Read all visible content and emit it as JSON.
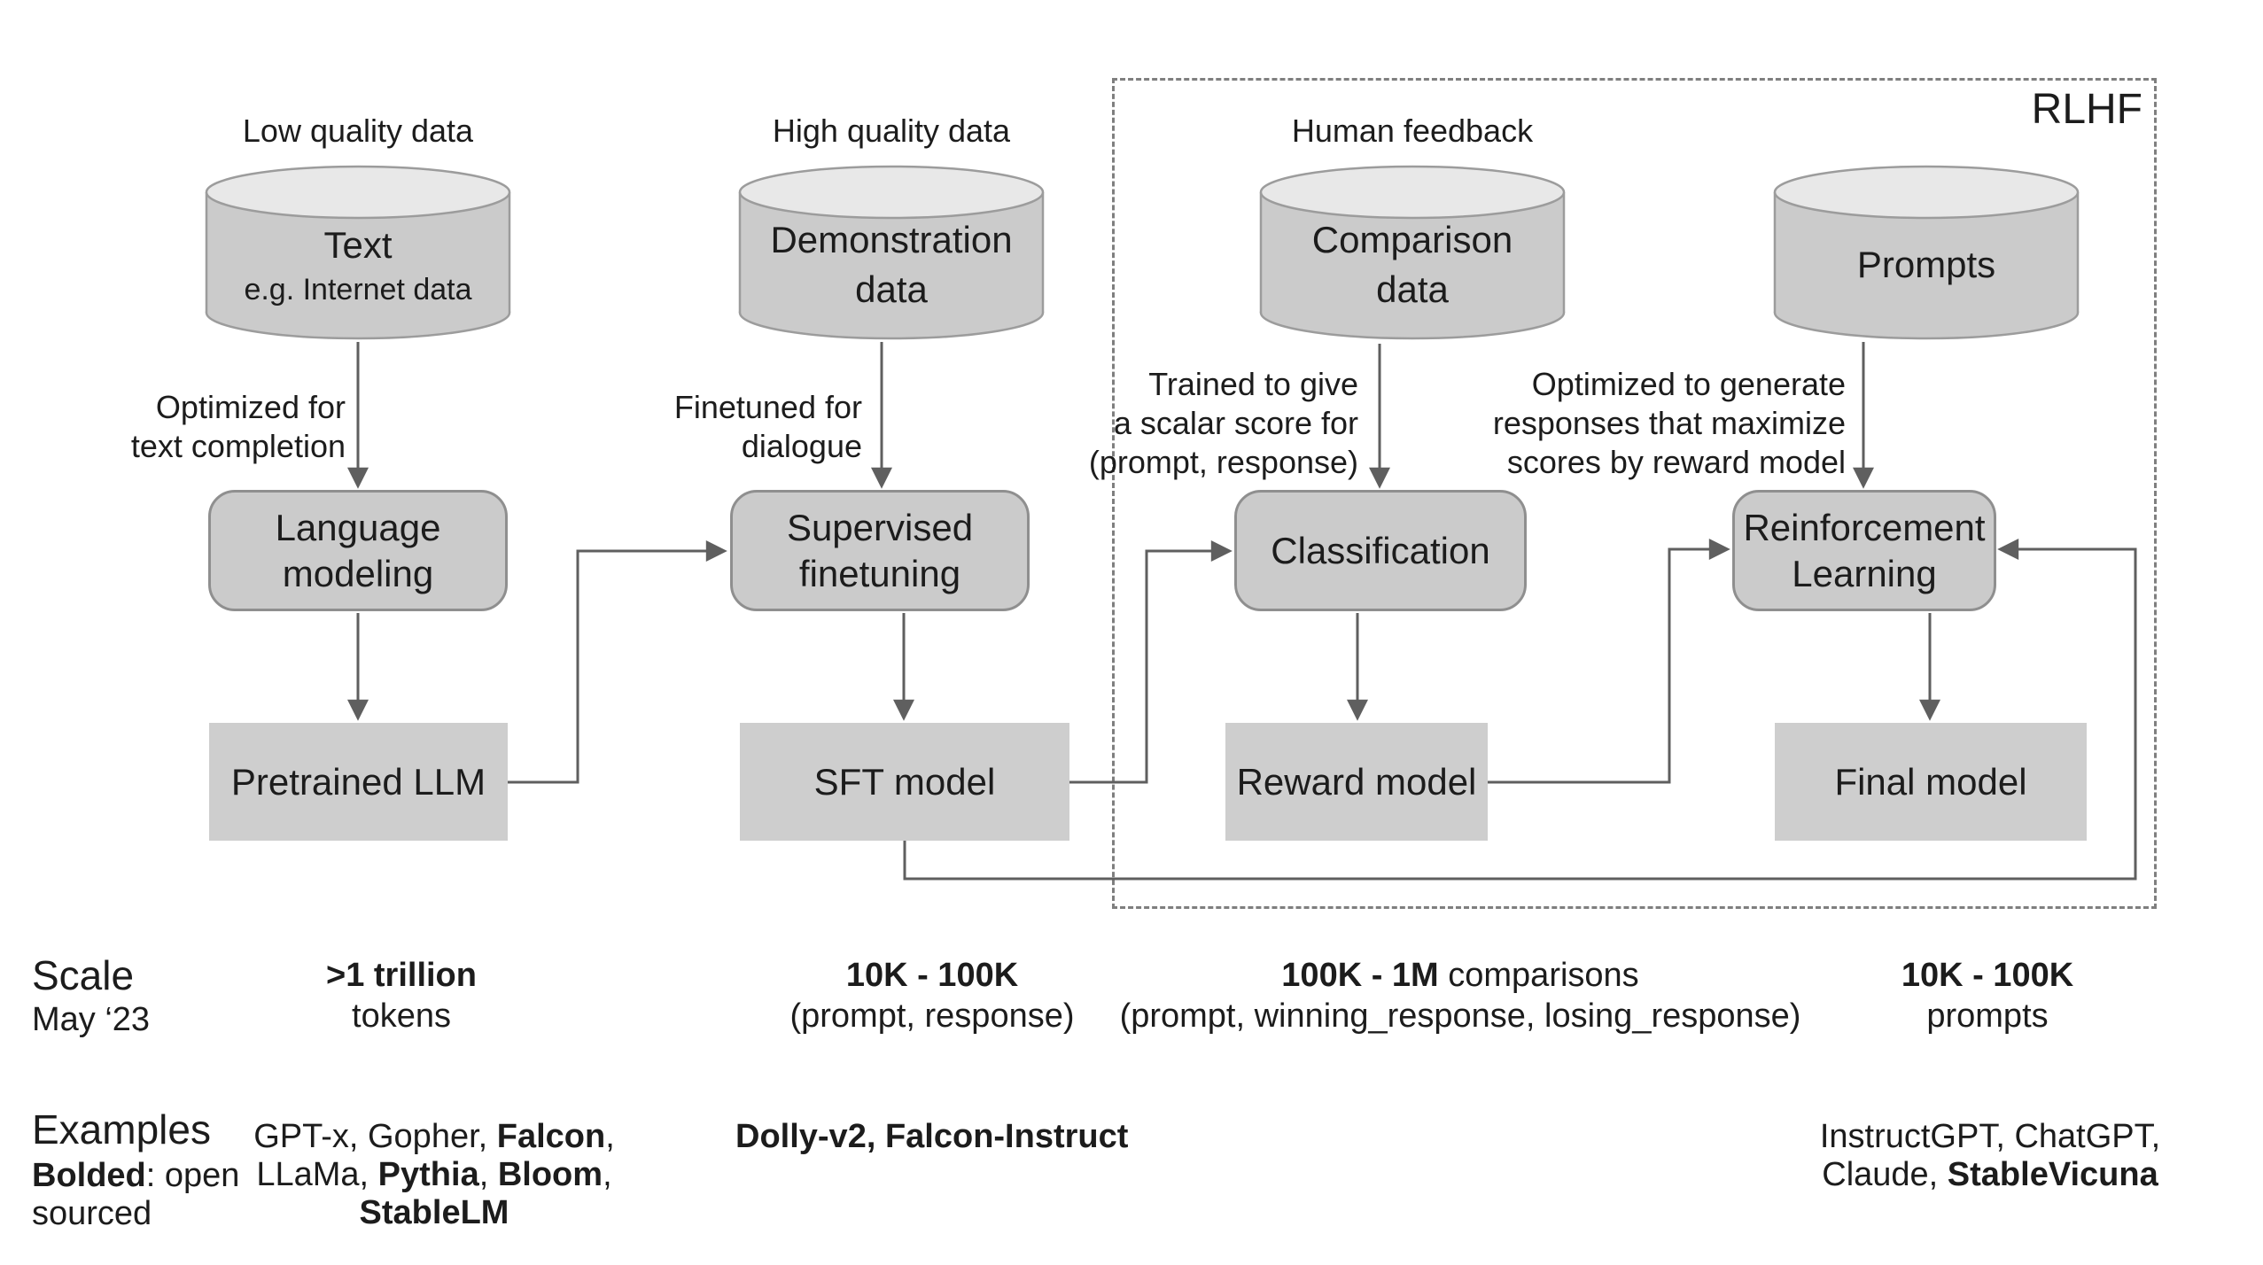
{
  "diagram": {
    "rlhf_label": "RLHF",
    "top_labels": {
      "col1": "Low quality data",
      "col2": "High quality data",
      "col3": "Human feedback"
    },
    "cylinders": {
      "col1": {
        "line1": "Text",
        "line2": "e.g. Internet data"
      },
      "col2": {
        "line1": "Demonstration",
        "line2": "data"
      },
      "col3": {
        "line1": "Comparison",
        "line2": "data"
      },
      "col4": {
        "line1": "Prompts"
      }
    },
    "arrow_labels": {
      "col1": {
        "l1": "Optimized for",
        "l2": "text completion"
      },
      "col2": {
        "l1": "Finetuned for",
        "l2": "dialogue"
      },
      "col3": {
        "l1": "Trained to give",
        "l2": "a scalar score for",
        "l3": "(prompt, response)"
      },
      "col4": {
        "l1": "Optimized to generate",
        "l2": "responses that maximize",
        "l3": "scores by reward model"
      }
    },
    "process_boxes": {
      "col1": {
        "l1": "Language",
        "l2": "modeling"
      },
      "col2": {
        "l1": "Supervised",
        "l2": "finetuning"
      },
      "col3": {
        "l1": "Classification"
      },
      "col4": {
        "l1": "Reinforcement",
        "l2": "Learning"
      }
    },
    "model_boxes": {
      "col1": "Pretrained LLM",
      "col2": "SFT model",
      "col3": "Reward model",
      "col4": "Final model"
    }
  },
  "scale_row": {
    "heading": "Scale",
    "subheading": "May ‘23",
    "col1": {
      "bold": ">1 trillion",
      "line2": "tokens"
    },
    "col2": {
      "bold": "10K - 100K",
      "line2": "(prompt, response)"
    },
    "col3": {
      "bold": "100K - 1M",
      "regular": " comparisons",
      "line2": "(prompt, winning_response, losing_response)"
    },
    "col4": {
      "bold": "10K - 100K",
      "line2": "prompts"
    }
  },
  "examples_row": {
    "heading": "Examples",
    "legend": {
      "bold": "Bolded",
      "rest": ": open",
      "line2": "sourced"
    },
    "col1": {
      "l1a": "GPT-x, Gopher, ",
      "l1b": "Falcon",
      "l1c": ",",
      "l2a": "LLaMa, ",
      "l2b": "Pythia",
      "l2c": ", ",
      "l2d": "Bloom",
      "l2e": ",",
      "l3": "StableLM"
    },
    "col2": {
      "l1": "Dolly-v2, Falcon-Instruct"
    },
    "col4": {
      "l1": "InstructGPT, ChatGPT,",
      "l2a": "Claude, ",
      "l2b": "StableVicuna"
    }
  }
}
